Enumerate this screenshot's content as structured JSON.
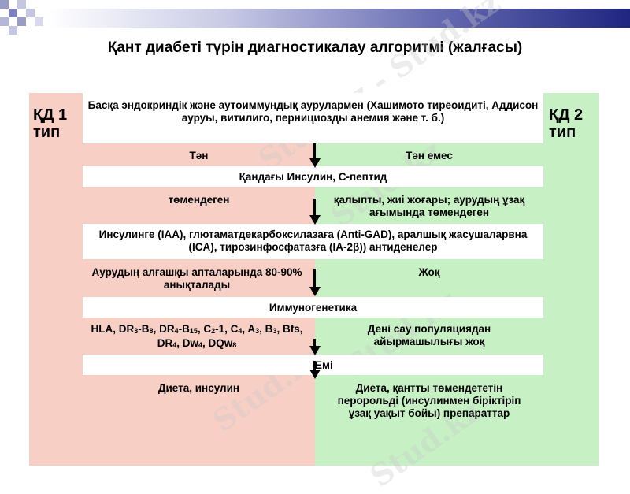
{
  "title": "Қант диабеті түрін диагностикалау алгоритмі (жалғасы)",
  "watermark": "Stud.kz",
  "left_label": [
    "ҚД 1",
    "тип"
  ],
  "right_label": [
    "ҚД 2",
    "тип"
  ],
  "rows": {
    "top": "Басқа эндокриндік және аутоиммундық аурулармен (Хашимото тиреоидиті, Аддисон ауруы, витилиго, пернициозды анемия және т. б.)",
    "tan_left": "Тән",
    "tan_right": "Тән емес",
    "insulin_header": "Қандағы Инсулин, С-пептид",
    "low_left": "төмендеген",
    "low_right": "қалыпты, жиі жоғары; аурудың ұзақ ағымында төмендеген",
    "antibodies": "Инсулинге (IAA), глютаматдекарбоксилазаға (Anti-GAD), аралшық жасушаларвна (ICA), тирозинфосфатазға (IA-2β)) антиденелер",
    "ab_left": "Аурудың алғашқы апталарында 80-90% анықталады",
    "ab_right": "Жоқ",
    "immuno_header": "Иммуногенетика",
    "hla_right": "Дені сау популяциядан айырмашылығы жоқ",
    "treatment_header": "Емі",
    "treat_left": "Диета, инсулин",
    "treat_right": "Диета, қантты төмендететін перорольді (инсулинмен біріктіріп ұзақ уақыт бойы) препараттар"
  },
  "hla_left_html": "HLA, DR<sub class=\"s\">3</sub>-B<sub class=\"s\">8</sub>, DR<sub class=\"s\">4</sub>-B<sub class=\"s\">15</sub>, C<sub class=\"s\">2</sub>-1, C<sub class=\"s\">4</sub>, A<sub class=\"s\">3</sub>, B<sub class=\"s\">3</sub>, Bfs, DR<sub class=\"s\">4</sub>, Dw<sub class=\"s\">4</sub>, DQw<sub class=\"s\">8</sub>",
  "colors": {
    "left_column": "#f7cfc5",
    "right_column": "#c7f1c4",
    "banner_dark": "#1f2680",
    "decor_squares": "#9a9cc8"
  }
}
